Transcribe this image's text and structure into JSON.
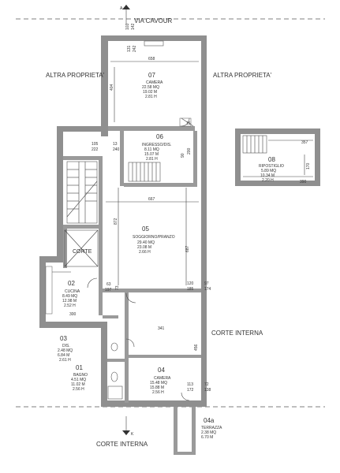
{
  "street_labels": {
    "top": "VIA CAVOUR",
    "bottom": "CORTE INTERNA",
    "right_mid": "CORTE INTERNA",
    "left_top": "ALTRA PROPRIETA'",
    "right_top": "ALTRA PROPRIETA'"
  },
  "rooms": [
    {
      "num": "07",
      "name": "CAMERA",
      "area": "22.58 MQ",
      "perimeter": "19.02 M",
      "height": "2.81 H"
    },
    {
      "num": "06",
      "name": "INGRESSO/DIS.",
      "area": "8.11 MQ",
      "perimeter": "15.07 M",
      "height": "2.81 H"
    },
    {
      "num": "05",
      "name": "SOGGIORNO/PRANZO",
      "area": "29.40 MQ",
      "perimeter": "23.08 M",
      "height": "2.66 H"
    },
    {
      "num": "02",
      "name": "CUCINA",
      "area": "8.49 MQ",
      "perimeter": "12.98 M",
      "height": "2.52 H"
    },
    {
      "num": "03",
      "name": "DIS.",
      "area": "2.48 MQ",
      "perimeter": "6.84 M",
      "height": "2.61 H"
    },
    {
      "num": "01",
      "name": "BAGNO",
      "area": "4.51 MQ",
      "perimeter": "11.02 M",
      "height": "2.56 H"
    },
    {
      "num": "04",
      "name": "CAMERA",
      "area": "15.48 MQ",
      "perimeter": "15.88 M",
      "height": "2.56 H"
    },
    {
      "num": "08",
      "name": "RIPOSTIGLIO",
      "area": "5.89 MQ",
      "perimeter": "10.34 M",
      "height": "2.20 H"
    },
    {
      "num": "04a",
      "name": "TERRAZZA",
      "area": "2.38 MQ",
      "perimeter": "6.70 M",
      "height": ""
    }
  ],
  "corte_label": "CORTE",
  "dimensions": {
    "d_103": "103",
    "d_142": "142",
    "d_131": "131",
    "d_242": "242",
    "d_658": "658",
    "d_404": "404",
    "d_105": "105",
    "d_222": "222",
    "d_13": "13",
    "d_240": "240",
    "d_90": "90",
    "d_200": "200",
    "d_15": "15",
    "d_667": "667",
    "d_872": "872",
    "d_687": "687",
    "d_63": "63",
    "d_197": "197",
    "d_73": "73",
    "d_120": "120",
    "d_185": "185",
    "d_97": "97",
    "d_174": "174",
    "d_300": "300",
    "d_341": "341",
    "d_456": "456",
    "d_113": "113",
    "d_172": "172",
    "d_72": "72",
    "d_138": "138",
    "d_357": "357",
    "d_170": "170",
    "d_390": "390"
  },
  "marker_a": "A",
  "marker_k": "K"
}
